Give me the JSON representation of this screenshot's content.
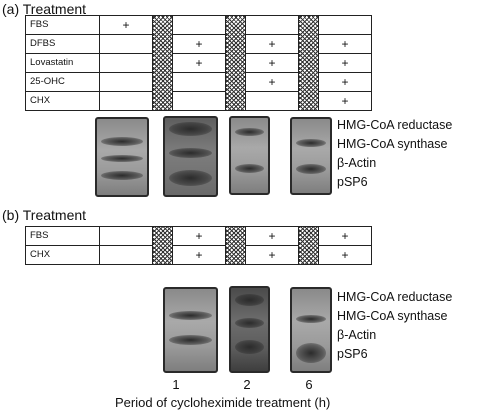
{
  "panel_a": {
    "title": "(a)  Treatment",
    "rows": [
      {
        "label": "FBS",
        "cells": [
          "+",
          "",
          "",
          ""
        ]
      },
      {
        "label": "DFBS",
        "cells": [
          "",
          "+",
          "+",
          "+"
        ]
      },
      {
        "label": "Lovastatin",
        "cells": [
          "",
          "+",
          "+",
          "+"
        ]
      },
      {
        "label": "25-OHC",
        "cells": [
          "",
          "",
          "+",
          "+"
        ]
      },
      {
        "label": "CHX",
        "cells": [
          "",
          "",
          "",
          "+"
        ]
      }
    ],
    "proteins": [
      "HMG-CoA reductase",
      "HMG-CoA synthase",
      "β-Actin",
      "pSP6"
    ]
  },
  "panel_b": {
    "title": "(b)  Treatment",
    "rows": [
      {
        "label": "FBS",
        "cells": [
          "",
          "+",
          "+",
          "+"
        ]
      },
      {
        "label": "CHX",
        "cells": [
          "",
          "+",
          "+",
          "+"
        ]
      }
    ],
    "proteins": [
      "HMG-CoA reductase",
      "HMG-CoA synthase",
      "β-Actin",
      "pSP6"
    ],
    "lane_numbers": [
      "1",
      "2",
      "6"
    ],
    "x_caption": "Period of cycloheximide treatment (h)"
  }
}
